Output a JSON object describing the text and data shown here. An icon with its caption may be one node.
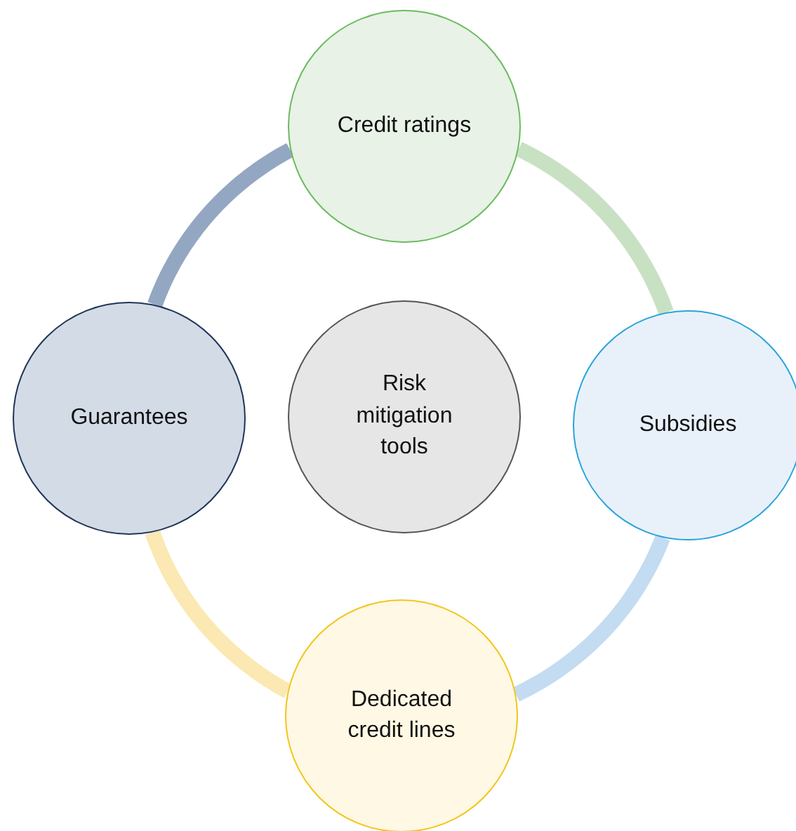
{
  "diagram": {
    "nodes": [
      {
        "text": [
          "Credit ratings"
        ]
      },
      {
        "text": [
          "Guarantees"
        ]
      },
      {
        "text": [
          "Risk mitigation tools"
        ]
      },
      {
        "text": [
          "Subsidies"
        ]
      },
      {
        "text": [
          "Dedicated credit lines"
        ]
      }
    ],
    "edges": [
      {
        "from": 0,
        "to": 3,
        "arrow": "none",
        "color": "#c9e1c3"
      },
      {
        "from": 3,
        "to": 4,
        "arrow": "none",
        "color": "#c3dcf1"
      },
      {
        "from": 4,
        "to": 1,
        "arrow": "none",
        "color": "#fbe8b2"
      },
      {
        "from": 1,
        "to": 0,
        "arrow": "none",
        "color": "#93a7c2"
      }
    ]
  }
}
